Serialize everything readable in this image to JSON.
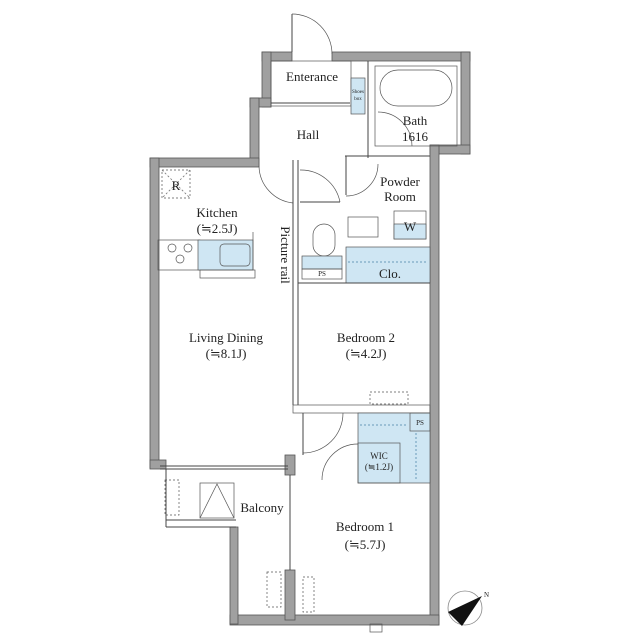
{
  "rooms": {
    "entrance": "Enterance",
    "shoes_box_1": "Shoes",
    "shoes_box_2": "box",
    "bath": "Bath",
    "bath_size": "1616",
    "hall": "Hall",
    "refrigerator": "R",
    "kitchen": "Kitchen",
    "kitchen_size": "(≒2.5J)",
    "picture_rail": "Picture rail",
    "powder_room_1": "Powder",
    "powder_room_2": "Room",
    "washer": "W",
    "ps_upper": "PS",
    "closet": "Clo.",
    "living_dining": "Living Dining",
    "living_dining_size": "(≒8.1J)",
    "bedroom2": "Bedroom 2",
    "bedroom2_size": "(≒4.2J)",
    "ps_lower": "PS",
    "wic": "WIC",
    "wic_size": "(≒1.2J)",
    "balcony": "Balcony",
    "bedroom1": "Bedroom 1",
    "bedroom1_size": "(≒5.7J)"
  },
  "compass": {
    "label": "N"
  },
  "colors": {
    "wall": "#a0a0a0",
    "storage": "#cfe6f3"
  }
}
